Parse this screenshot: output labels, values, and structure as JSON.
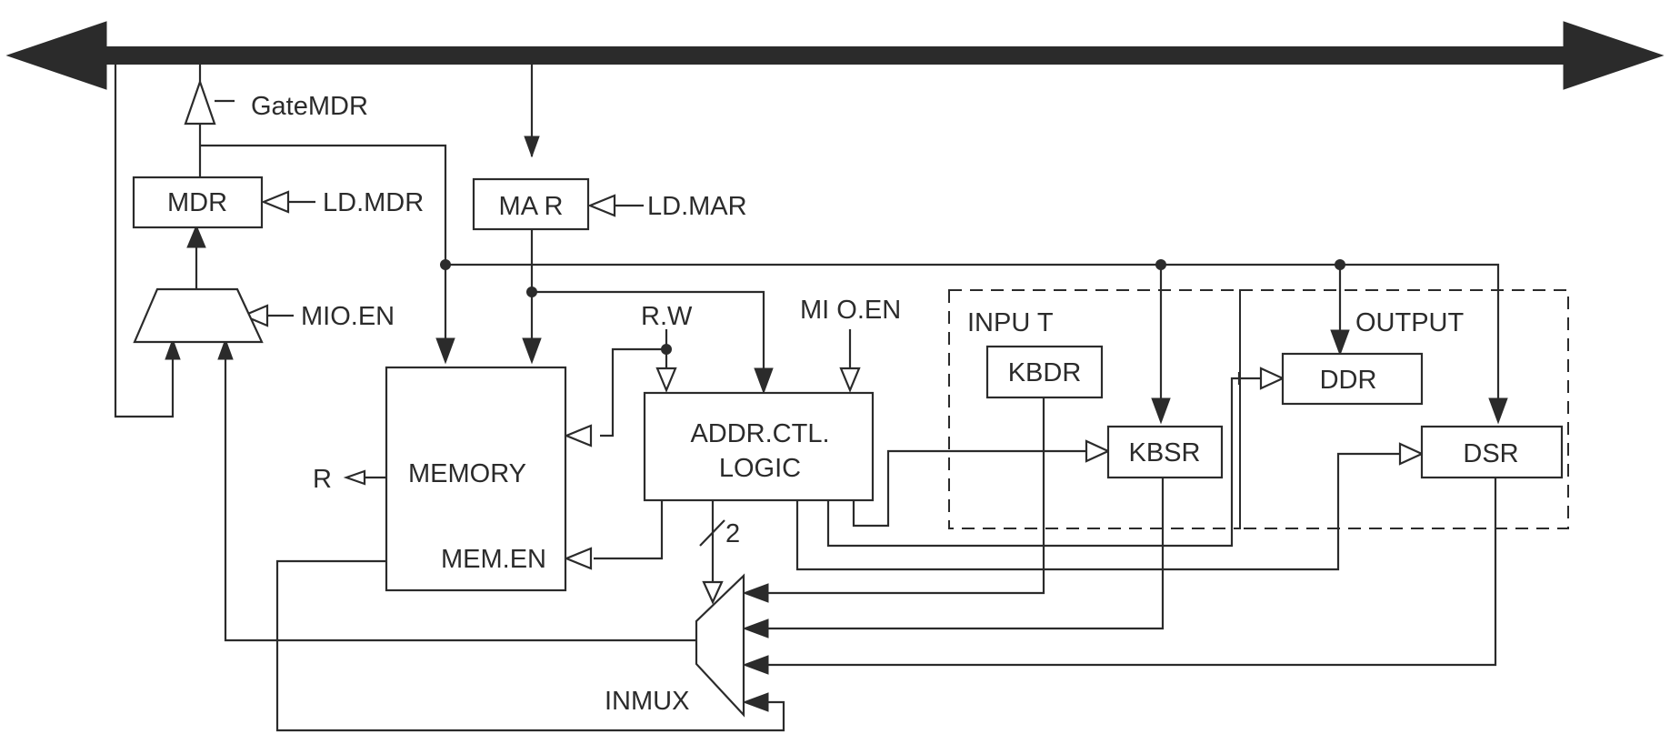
{
  "labels": {
    "gate_mdr": "GateMDR",
    "mdr": "MDR",
    "ld_mdr": "LD.MDR",
    "mar": "MA R",
    "ld_mar": "LD.MAR",
    "mio_en_mux": "MIO.EN",
    "mio_en_logic": "MI O.EN",
    "rw": "R.W",
    "memory": "MEMORY",
    "mem_en": "MEM.EN",
    "r": "R",
    "addr_ctl_line1": "ADDR.CTL.",
    "addr_ctl_line2": "LOGIC",
    "two": "2",
    "input": "INPU T",
    "output": "OUTPUT",
    "kbdr": "KBDR",
    "kbsr": "KBSR",
    "ddr": "DDR",
    "dsr": "DSR",
    "inmux": "INMUX"
  },
  "colors": {
    "stroke": "#2b2b2b",
    "background": "#ffffff"
  }
}
